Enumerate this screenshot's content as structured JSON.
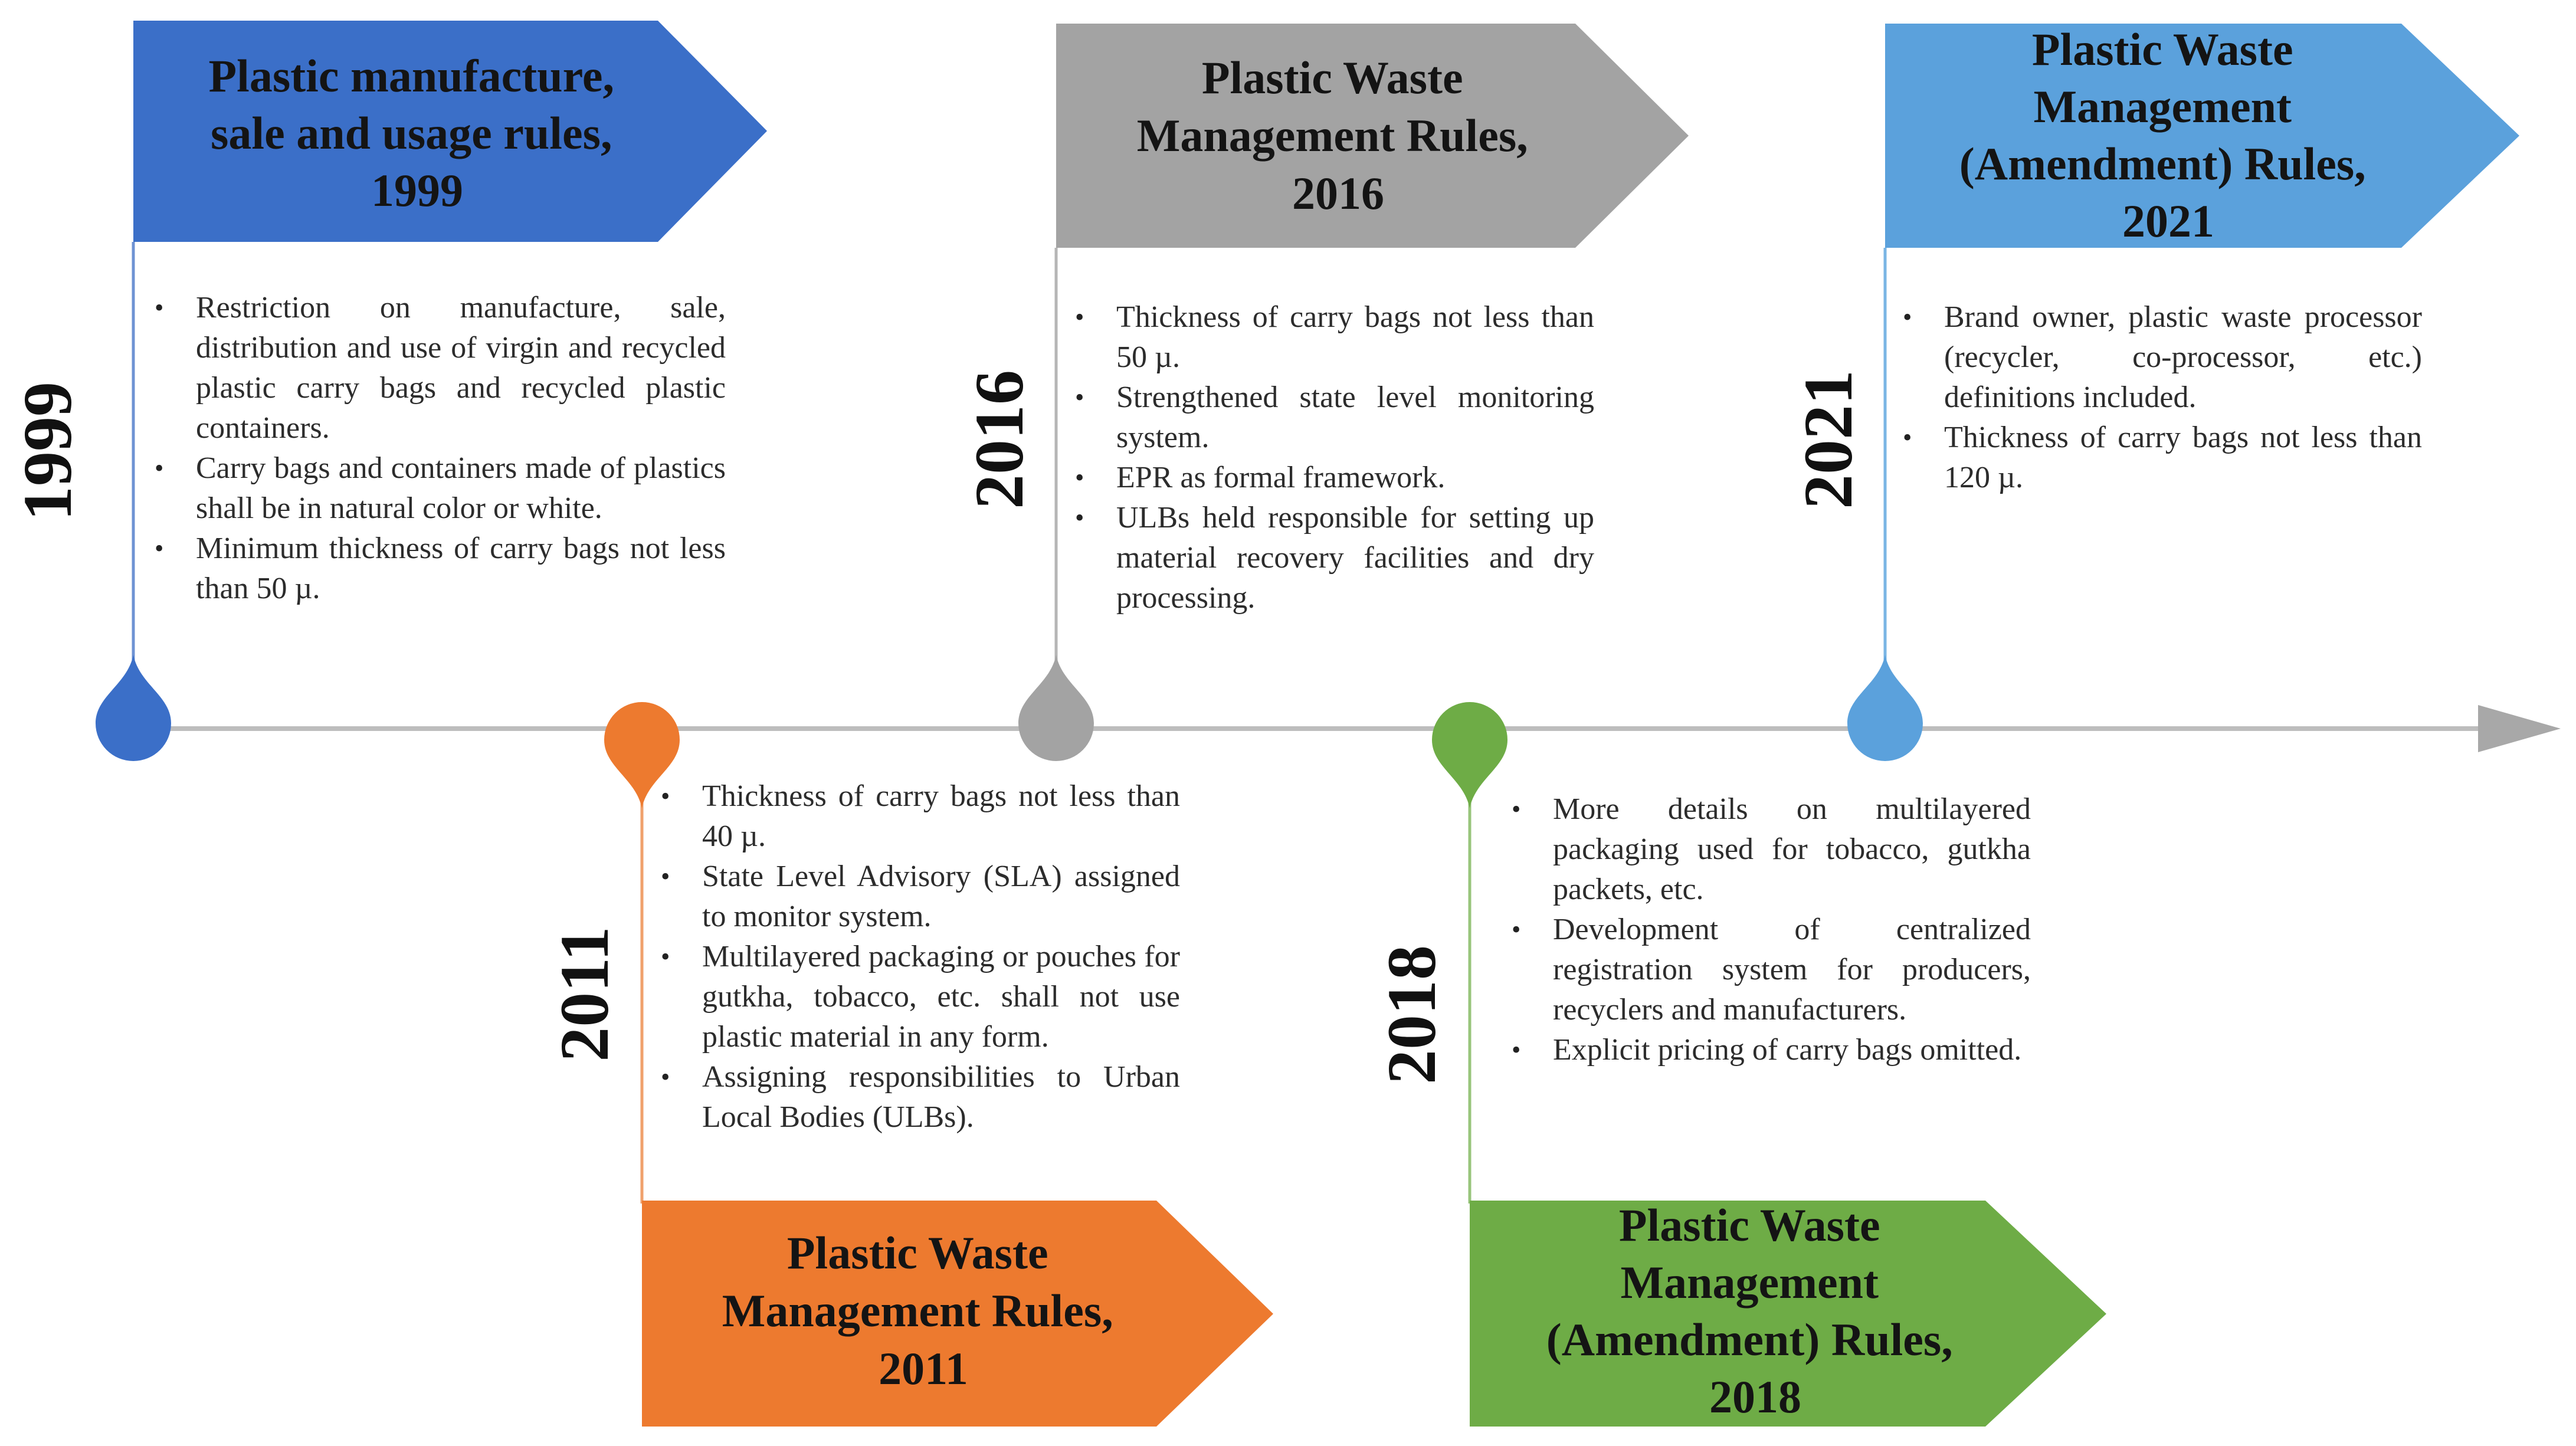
{
  "colors": {
    "blue_dark": "#3b6fc8",
    "gray": "#a3a3a3",
    "blue_light": "#5ba1dc",
    "orange": "#ed7a2f",
    "green": "#6eac46",
    "axis": "#bdbdbd"
  },
  "milestones": [
    {
      "year": "1999",
      "title_lines": [
        "Plastic manufacture,",
        "sale and usage rules,",
        "1999"
      ],
      "bullets": [
        "Restriction on manufacture, sale, distribution and use of virgin and recycled plastic carry bags and recycled plastic containers.",
        "Carry bags and containers made of plastics shall be in natural color or white.",
        "Minimum thickness of carry bags not less than 50 µ."
      ]
    },
    {
      "year": "2011",
      "title_lines": [
        "Plastic Waste",
        "Management Rules,",
        "2011"
      ],
      "bullets": [
        "Thickness of carry bags not less than 40 µ.",
        "State Level Advisory (SLA) assigned to monitor system.",
        "Multilayered packaging or pouches for gutkha, tobacco, etc. shall not use plastic material in any form.",
        "Assigning responsibilities to Urban Local Bodies (ULBs)."
      ]
    },
    {
      "year": "2016",
      "title_lines": [
        "Plastic Waste",
        "Management Rules,",
        "2016"
      ],
      "bullets": [
        "Thickness of carry bags not less than 50 µ.",
        "Strengthened state level monitoring system.",
        "EPR as formal framework.",
        "ULBs held responsible for setting up material recovery facilities and dry processing."
      ]
    },
    {
      "year": "2018",
      "title_lines": [
        "Plastic Waste",
        "Management",
        "(Amendment) Rules,",
        "2018"
      ],
      "bullets": [
        "More details on multilayered packaging used for tobacco, gutkha packets, etc.",
        "Development of centralized registration system for producers, recyclers and manufacturers.",
        "Explicit pricing of carry bags omitted."
      ]
    },
    {
      "year": "2021",
      "title_lines": [
        "Plastic Waste",
        "Management",
        "(Amendment) Rules,",
        "2021"
      ],
      "bullets": [
        "Brand owner, plastic waste processor (recycler, co-processor, etc.) definitions included.",
        "Thickness of carry bags not less than 120 µ."
      ]
    }
  ]
}
